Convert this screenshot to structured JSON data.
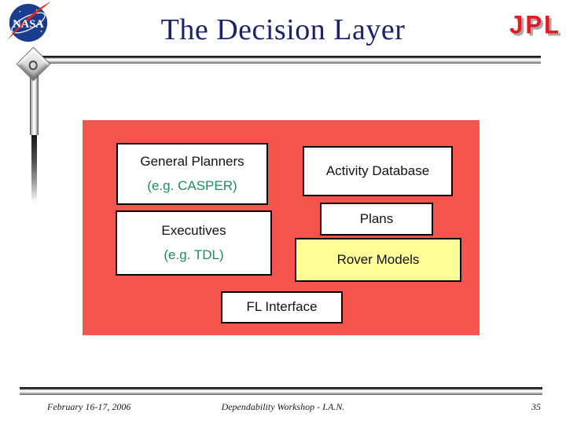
{
  "slide": {
    "title": "The Decision Layer",
    "footer_left": "February 16-17, 2006",
    "footer_center": "Dependability Workshop - I.A.N.",
    "page_number": "35"
  },
  "logos": {
    "nasa_text": "NASA",
    "jpl_text": "JPL"
  },
  "diagram": {
    "general_planners": {
      "title": "General Planners",
      "subtitle": "(e.g. CASPER)"
    },
    "activity_database": {
      "title": "Activity Database"
    },
    "plans": {
      "title": "Plans"
    },
    "rover_models": {
      "title": "Rover Models"
    },
    "executives": {
      "title": "Executives",
      "subtitle": "(e.g. TDL)"
    },
    "fl_interface": {
      "title": "FL Interface"
    }
  },
  "colors": {
    "panel_red": "#F4554D",
    "box_yellow": "#FFFF99",
    "accent_green": "#1F8B5B",
    "title_navy": "#1C2366",
    "jpl_red": "#E31B23",
    "nasa_blue": "#1A3C8E",
    "nasa_swoosh_red": "#D82A20"
  }
}
